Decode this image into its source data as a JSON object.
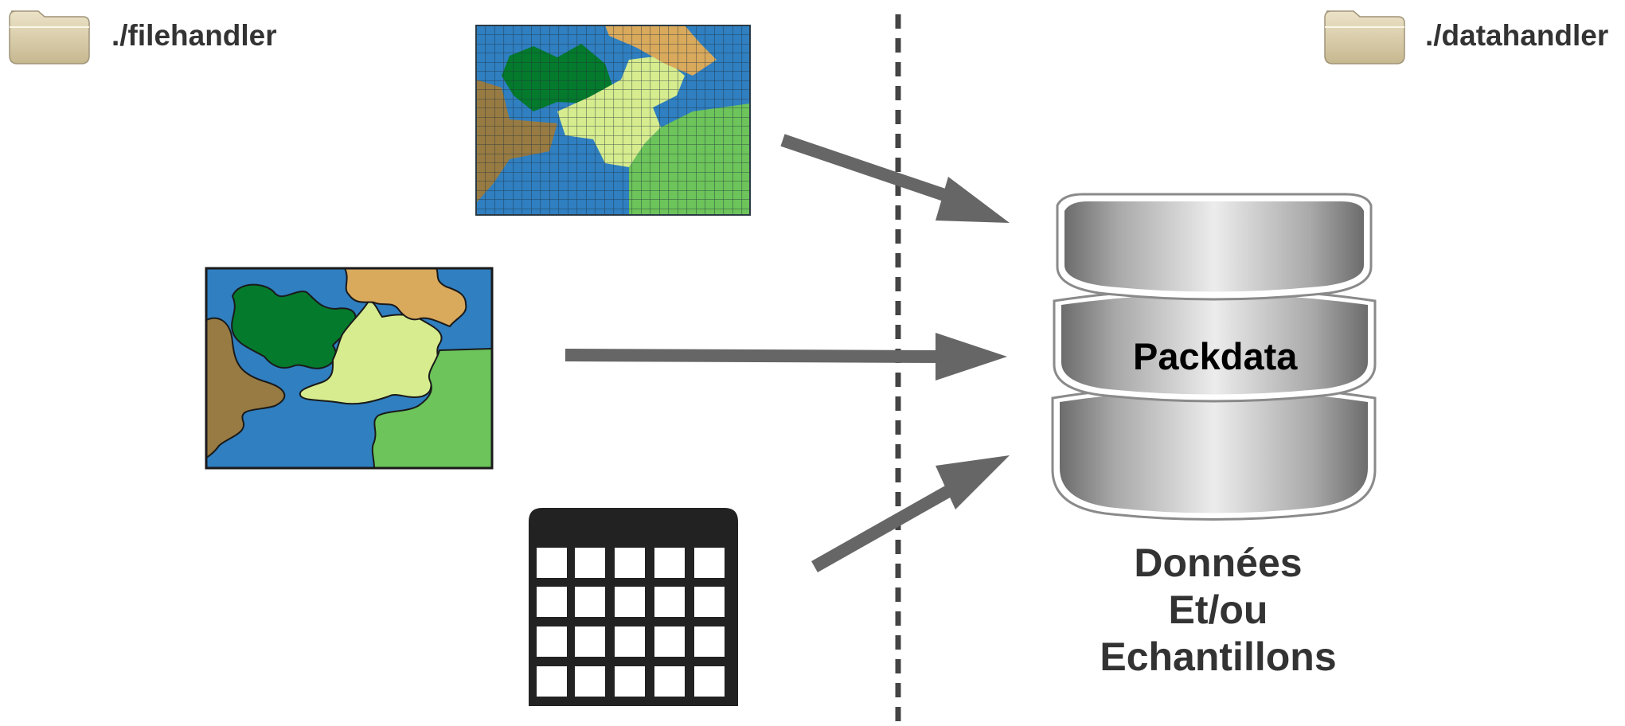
{
  "left_folder": {
    "icon": "folder-icon",
    "label": "./filehandler"
  },
  "right_folder": {
    "icon": "folder-icon",
    "label": "./datahandler"
  },
  "sources": [
    {
      "icon": "raster-map-icon"
    },
    {
      "icon": "vector-map-icon"
    },
    {
      "icon": "table-icon"
    }
  ],
  "divider": {
    "style": "dashed"
  },
  "database": {
    "icon": "database-icon",
    "label": "Packdata",
    "caption": [
      "Données",
      "Et/ou",
      "Echantillons"
    ]
  },
  "colors": {
    "water": "#2f7fc1",
    "forest": "#047a2c",
    "light_vegetation": "#d6ec8e",
    "sand": "#d9a95c",
    "soil": "#987b42",
    "grass": "#6cc45a",
    "arrow": "#666666",
    "text": "#333333",
    "folder": "#d8ccac",
    "table": "#222222"
  }
}
